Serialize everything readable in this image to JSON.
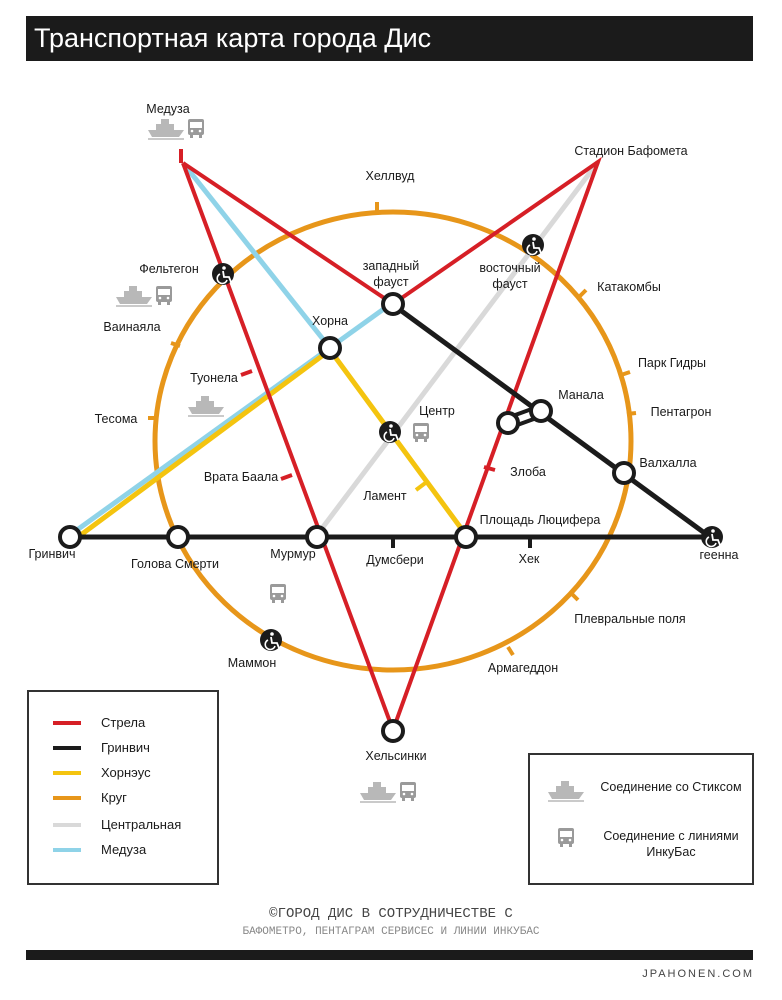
{
  "title": "Транспортная карта города Дис",
  "lines": [
    {
      "id": "strela",
      "name": "Стрела",
      "color": "#d61f26"
    },
    {
      "id": "grinvich",
      "name": "Гринвич",
      "color": "#1b1b1b"
    },
    {
      "id": "hornaus",
      "name": "Хорнэус",
      "color": "#f4c40f"
    },
    {
      "id": "krug",
      "name": "Круг",
      "color": "#e7961a"
    },
    {
      "id": "central",
      "name": "Центральная",
      "color": "#d9d9d9"
    },
    {
      "id": "meduza",
      "name": "Медуза",
      "color": "#8fd3e8"
    }
  ],
  "stations": {
    "meduza": "Медуза",
    "hellvud": "Хеллвуд",
    "stadion": "Стадион Бафомета",
    "feltegon": "Фельтегон",
    "zapadny1": "западный",
    "zapadny2": "фауст",
    "vostochny1": "восточный",
    "vostochny2": "фауст",
    "katakomby": "Катакомбы",
    "vainayala": "Ваинаяла",
    "horna": "Хорна",
    "park": "Парк Гидры",
    "tuonela": "Туонела",
    "manala": "Манала",
    "pentagron": "Пентагрон",
    "tesoma": "Тесома",
    "centr": "Центр",
    "zloba": "Злоба",
    "valhalla": "Валхалла",
    "vrata": "Врата Баала",
    "lament": "Ламент",
    "ploshchad": "Площадь Люцифера",
    "grinvich": "Гринвич",
    "golova": "Голова Смерти",
    "murmur": "Мурмур",
    "dumsberi": "Думсбери",
    "hek": "Хек",
    "geenna": "геенна",
    "plevralnye": "Плевральные поля",
    "mammon": "Маммон",
    "armageddon": "Армагеддон",
    "helsinki": "Хельсинки"
  },
  "key": {
    "styx": "Соединение со Стиксом",
    "incubus": "Соединение с линиями ИнкуБас"
  },
  "credits": {
    "line1": "©ГОРОД ДИС В СОТРУДНИЧЕСТВЕ С",
    "line2": "БАФОМЕТРО, ПЕНТАГРАМ СЕРВИСЕС И ЛИНИИ ИНКУБАС"
  },
  "site": "JPAHONEN.COM",
  "icons": {
    "accessible": "wheelchair-icon",
    "ferry": "ship-icon",
    "bus": "bus-icon"
  }
}
